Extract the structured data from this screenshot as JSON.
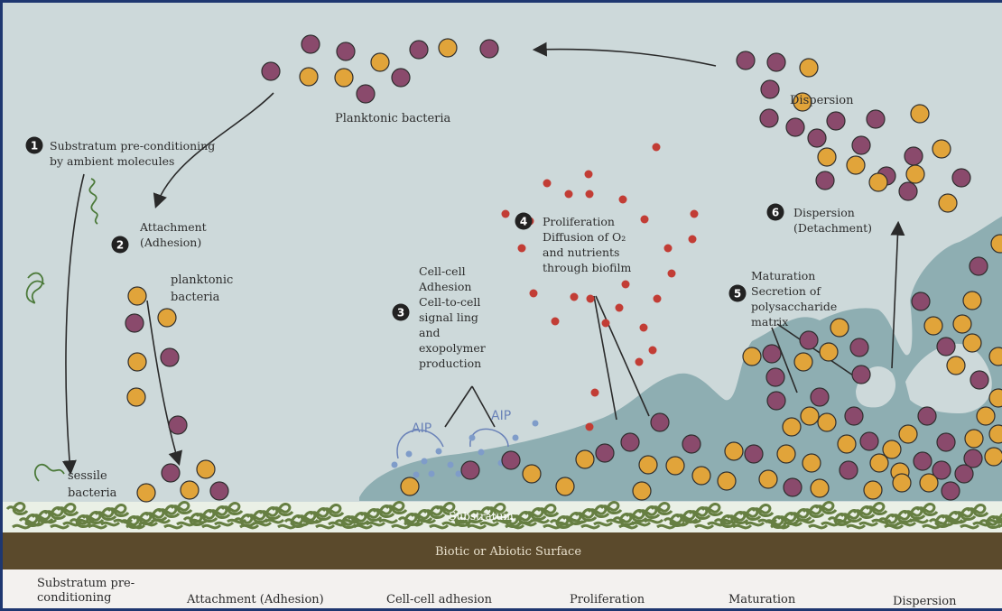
{
  "diagram": {
    "steps": [
      {
        "number": "1",
        "lines": [
          "Substratum pre-conditioning",
          "by ambient molecules"
        ]
      },
      {
        "number": "2",
        "lines": [
          "Attachment",
          "(Adhesion)"
        ]
      },
      {
        "number": "3",
        "lines": [
          "Cell-cell",
          "Adhesion",
          "Cell-to-cell",
          "signal ling",
          "and",
          "exopolymer",
          "production"
        ]
      },
      {
        "number": "4",
        "lines": [
          "Proliferation",
          "Diffusion of O₂",
          "and nutrients",
          "through biofilm"
        ]
      },
      {
        "number": "5",
        "lines": [
          "Maturation",
          "Secretion of",
          "polysaccharide",
          "matrix"
        ]
      },
      {
        "number": "6",
        "lines": [
          "Dispersion",
          "(Detachment)"
        ]
      }
    ],
    "labels": {
      "planktonic_top": "Planktonic bacteria",
      "planktonic_side": [
        "planktonic",
        "bacteria"
      ],
      "sessile": [
        "sessile",
        "bacteria"
      ],
      "dispersion_top": "Dispersion",
      "aip": "AIP",
      "substratum": "Substratum",
      "surface": "Biotic or Abiotic Surface"
    },
    "stages": [
      "Substratum pre-conditioning",
      "Attachment (Adhesion)",
      "Cell-cell adhesion",
      "Proliferation",
      "Maturation",
      "Dispersion"
    ],
    "colors": {
      "background": "#cdd9da",
      "biofilm": "#8eaeb2",
      "surface": "#5b4a2c",
      "substratum": "#5f7a3a",
      "purple_cell": "#8a4a6c",
      "orange_cell": "#e1a43a",
      "o2_dot": "#c23d35",
      "aip_dot": "#7f9cc9",
      "frame": "#1e3770"
    }
  }
}
